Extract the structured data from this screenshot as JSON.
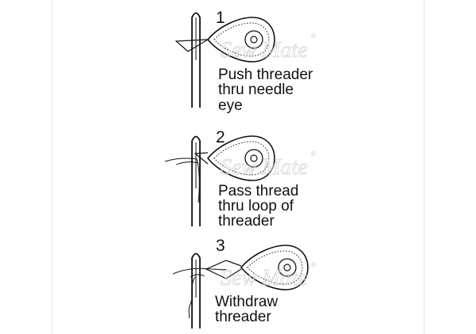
{
  "steps": [
    {
      "number": "1",
      "lines": [
        "Push threader",
        "thru needle",
        "eye"
      ]
    },
    {
      "number": "2",
      "lines": [
        "Pass thread",
        "thru loop of",
        "threader"
      ]
    },
    {
      "number": "3",
      "lines": [
        "Withdraw",
        "threader"
      ]
    }
  ],
  "watermark": {
    "text": "Sew Mate",
    "mark": "®"
  }
}
